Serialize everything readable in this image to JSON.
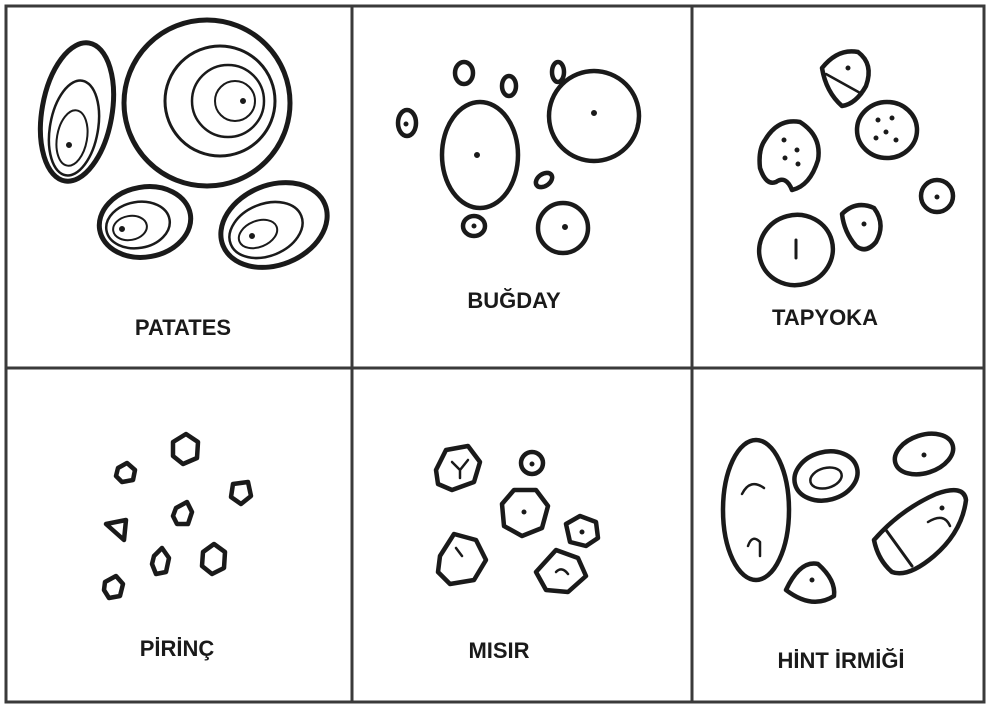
{
  "panels": [
    {
      "label": "PATATES"
    },
    {
      "label": "BUĞDAY"
    },
    {
      "label": "TAPYOKA"
    },
    {
      "label": "PİRİNÇ"
    },
    {
      "label": "MISIR"
    },
    {
      "label": "HİNT İRMİĞİ"
    }
  ],
  "colors": {
    "line": "#1a1a1a",
    "background": "#ffffff"
  }
}
